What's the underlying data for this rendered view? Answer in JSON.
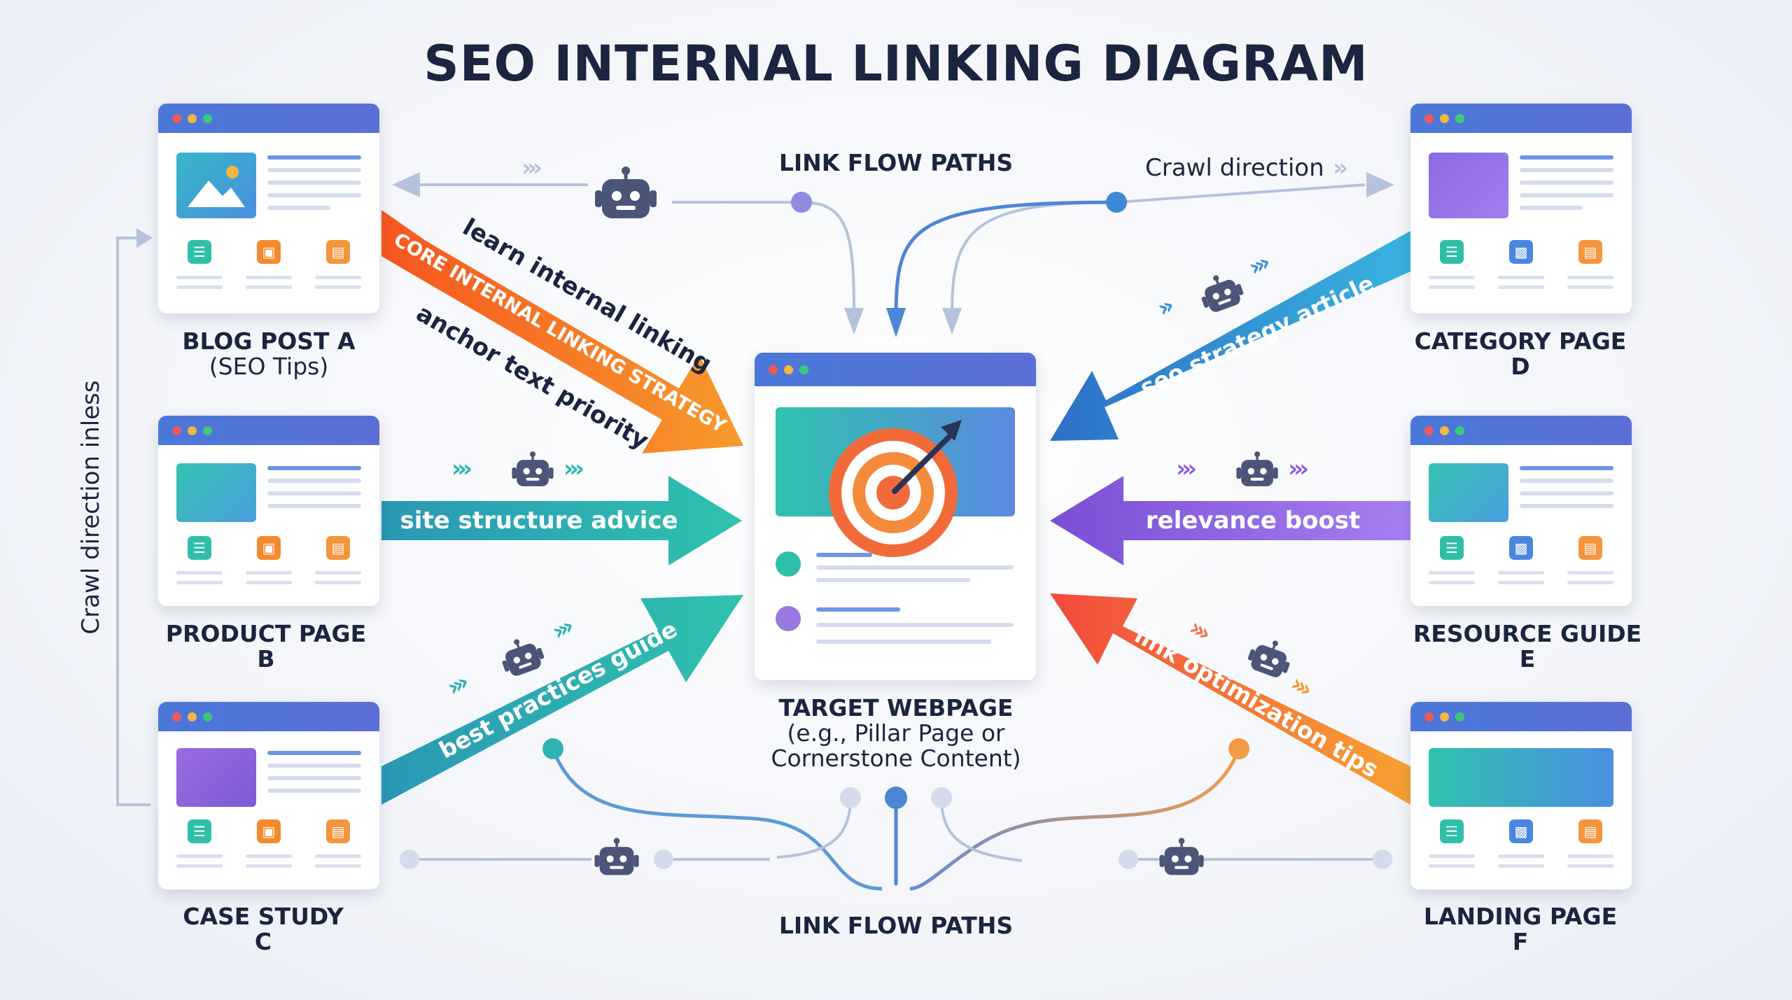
{
  "title": "SEO INTERNAL LINKING DIAGRAM",
  "flow_label_top": "LINK FLOW PATHS",
  "flow_label_bottom": "LINK FLOW PATHS",
  "crawl_top": "Crawl direction",
  "crawl_side": "Crawl direction inless",
  "cards": {
    "blog": {
      "name": "BLOG POST A",
      "sub": "(SEO Tips)"
    },
    "product": {
      "name": "PRODUCT PAGE",
      "sub": "B"
    },
    "case": {
      "name": "CASE STUDY",
      "sub": "C"
    },
    "category": {
      "name": "CATEGORY PAGE",
      "sub": "D"
    },
    "resource": {
      "name": "RESOURCE GUIDE",
      "sub": "E"
    },
    "landing": {
      "name": "LANDING PAGE",
      "sub": "F"
    },
    "target": {
      "name": "TARGET WEBPAGE",
      "sub1": "(e.g., Pillar Page or",
      "sub2": "Cornerstone Content)"
    }
  },
  "arrows": {
    "core": "CORE INTERNAL LINKING STRATEGY",
    "learn": "learn internal linking",
    "anchor": "anchor text priority",
    "site": "site structure advice",
    "best": "best practices guide",
    "seo": "seo strategy article",
    "relevance": "relevance boost",
    "optimization": "link optimization tips"
  },
  "colors": {
    "orange": "#f6862a",
    "teal": "#2bb3b1",
    "blue": "#3d8fd6",
    "purple": "#8a62d9",
    "coral": "#f4714a",
    "navy": "#1b2540"
  },
  "icons": [
    "image-icon",
    "list-icon",
    "cart-icon",
    "document-icon",
    "bar-chart-icon",
    "target-icon",
    "robot-icon",
    "chevrons-icon"
  ]
}
